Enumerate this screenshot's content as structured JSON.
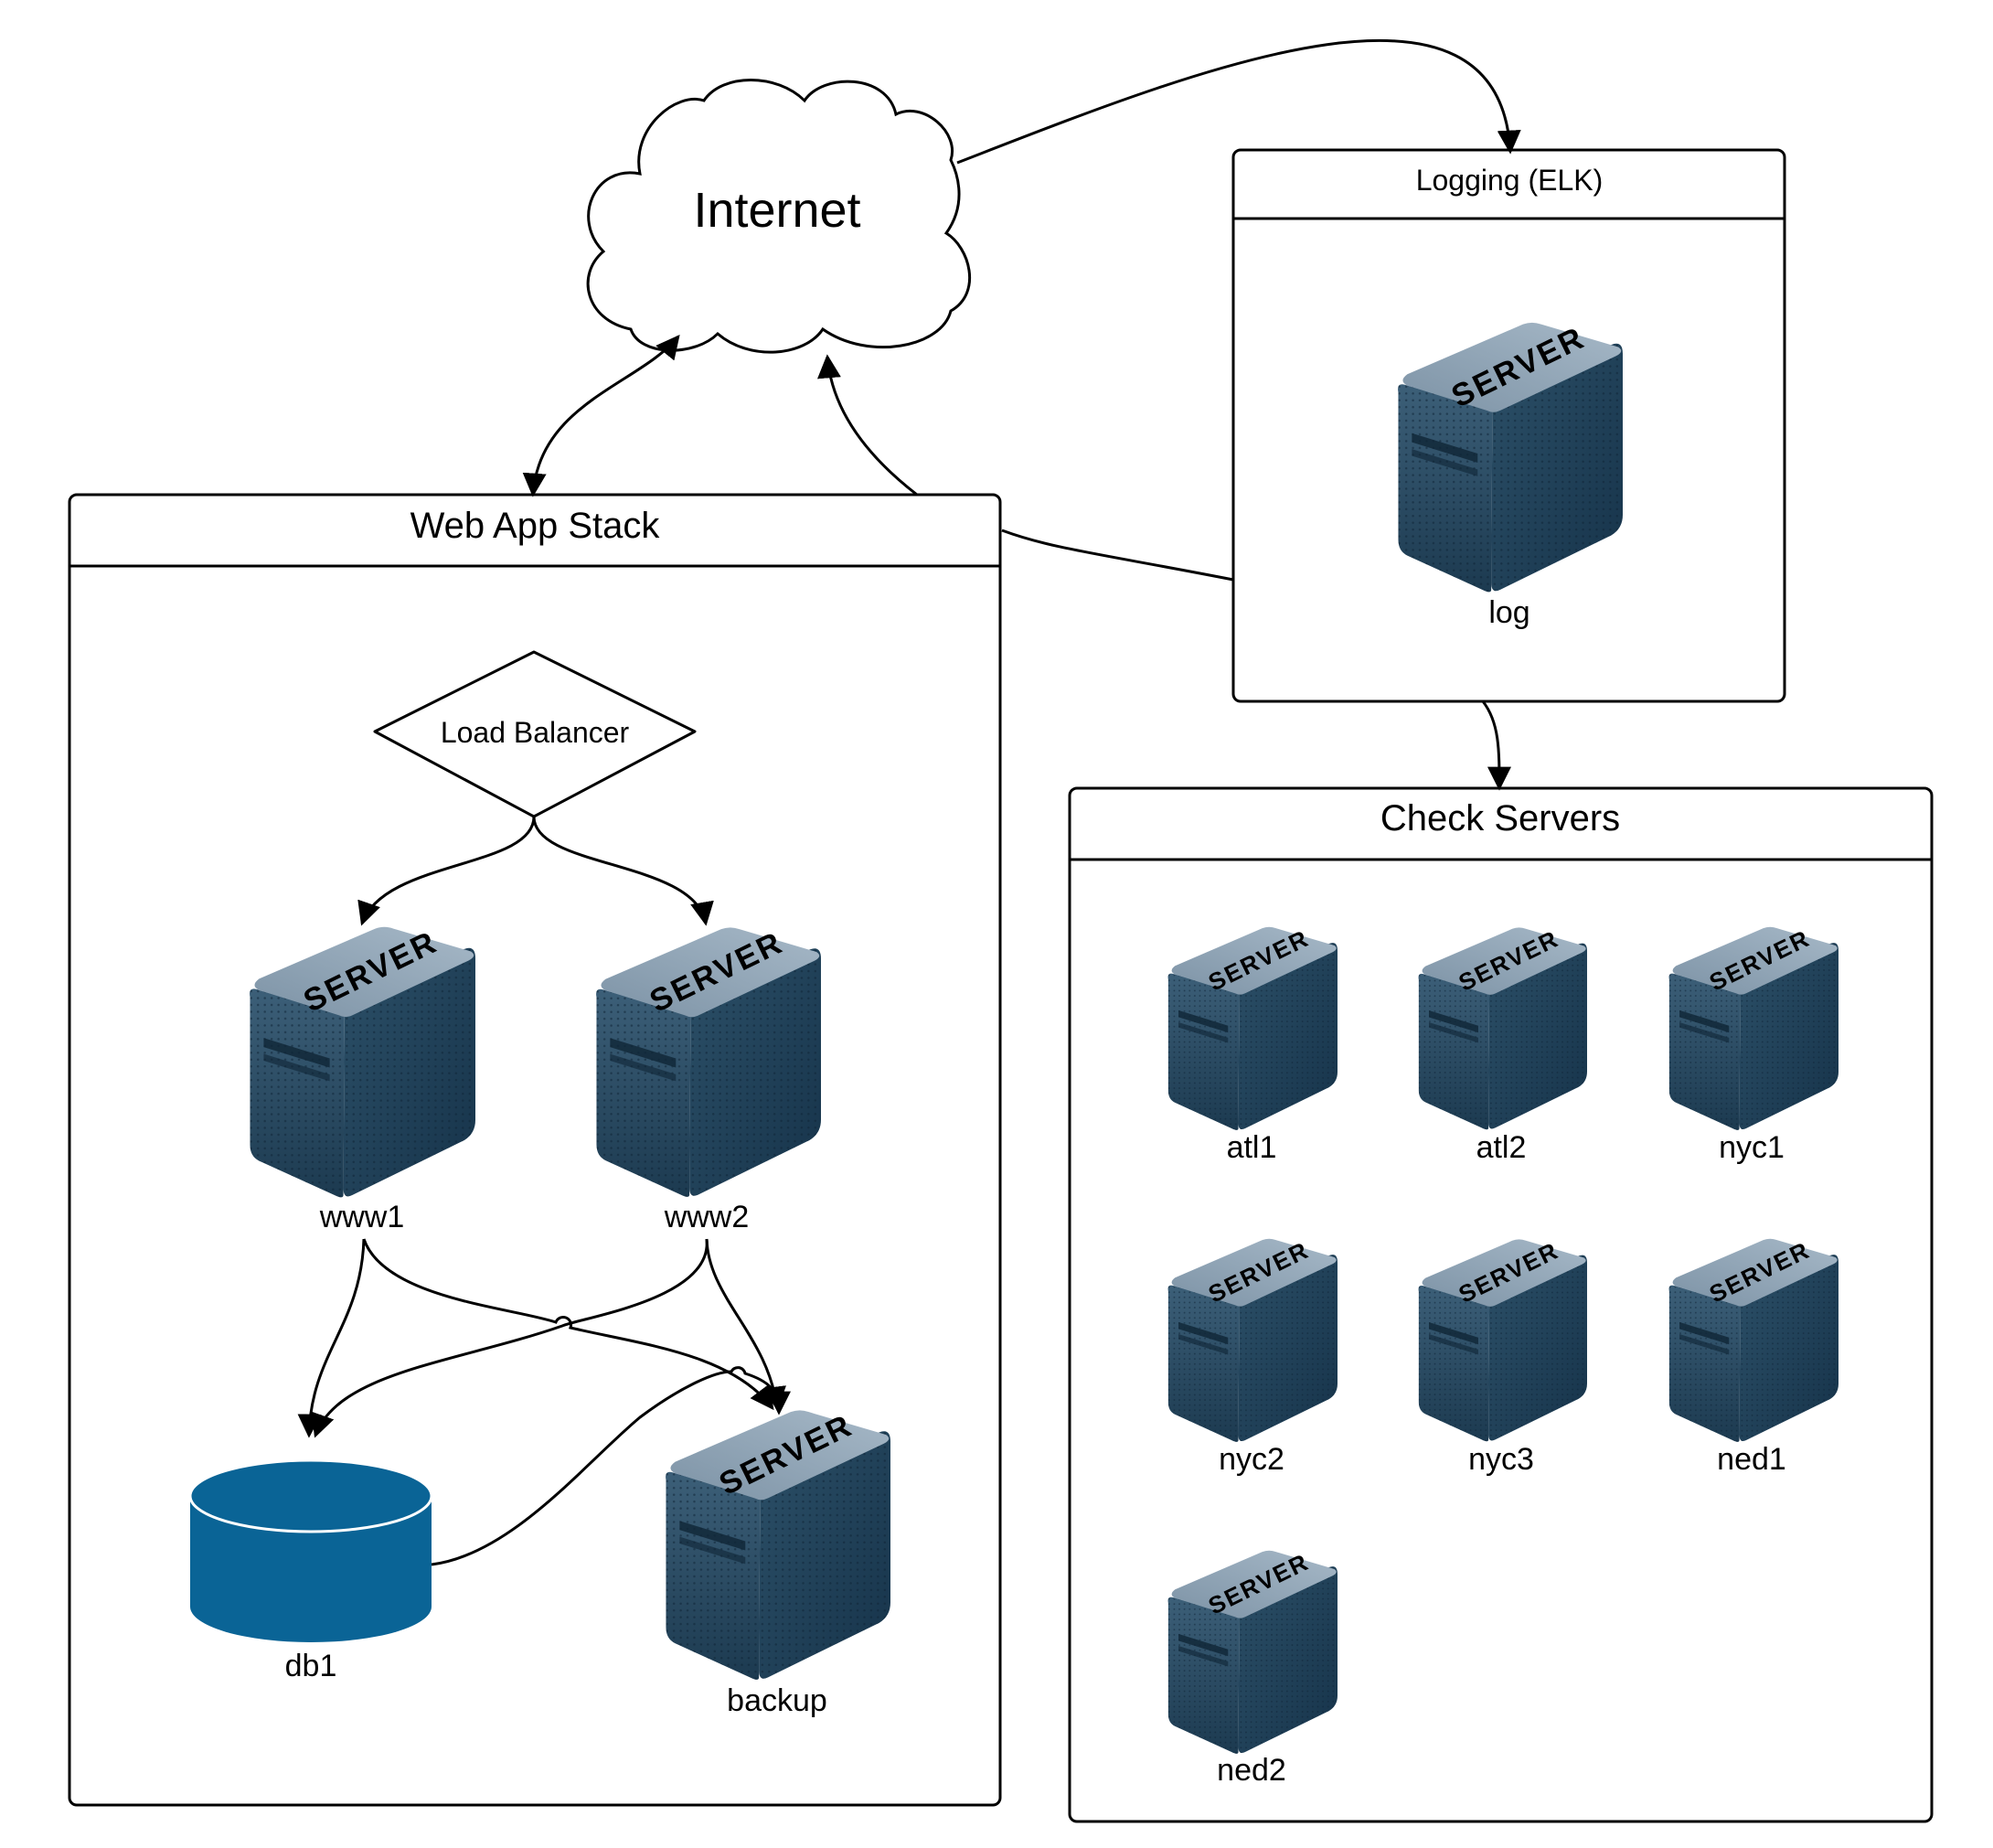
{
  "internet": {
    "label": "Internet"
  },
  "logging": {
    "title": "Logging (ELK)",
    "server_label": "log"
  },
  "webapp": {
    "title": "Web App Stack",
    "load_balancer": "Load Balancer",
    "servers": [
      "www1",
      "www2"
    ],
    "db_label": "db1",
    "backup_label": "backup"
  },
  "check": {
    "title": "Check Servers",
    "servers": [
      "atl1",
      "atl2",
      "nyc1",
      "nyc2",
      "nyc3",
      "ned1",
      "ned2"
    ]
  },
  "icons": {
    "server_text": "SERVER"
  },
  "colors": {
    "db": "#0a6496",
    "server_dark": "#1f3f55",
    "server_top": "#8aa0b2"
  }
}
